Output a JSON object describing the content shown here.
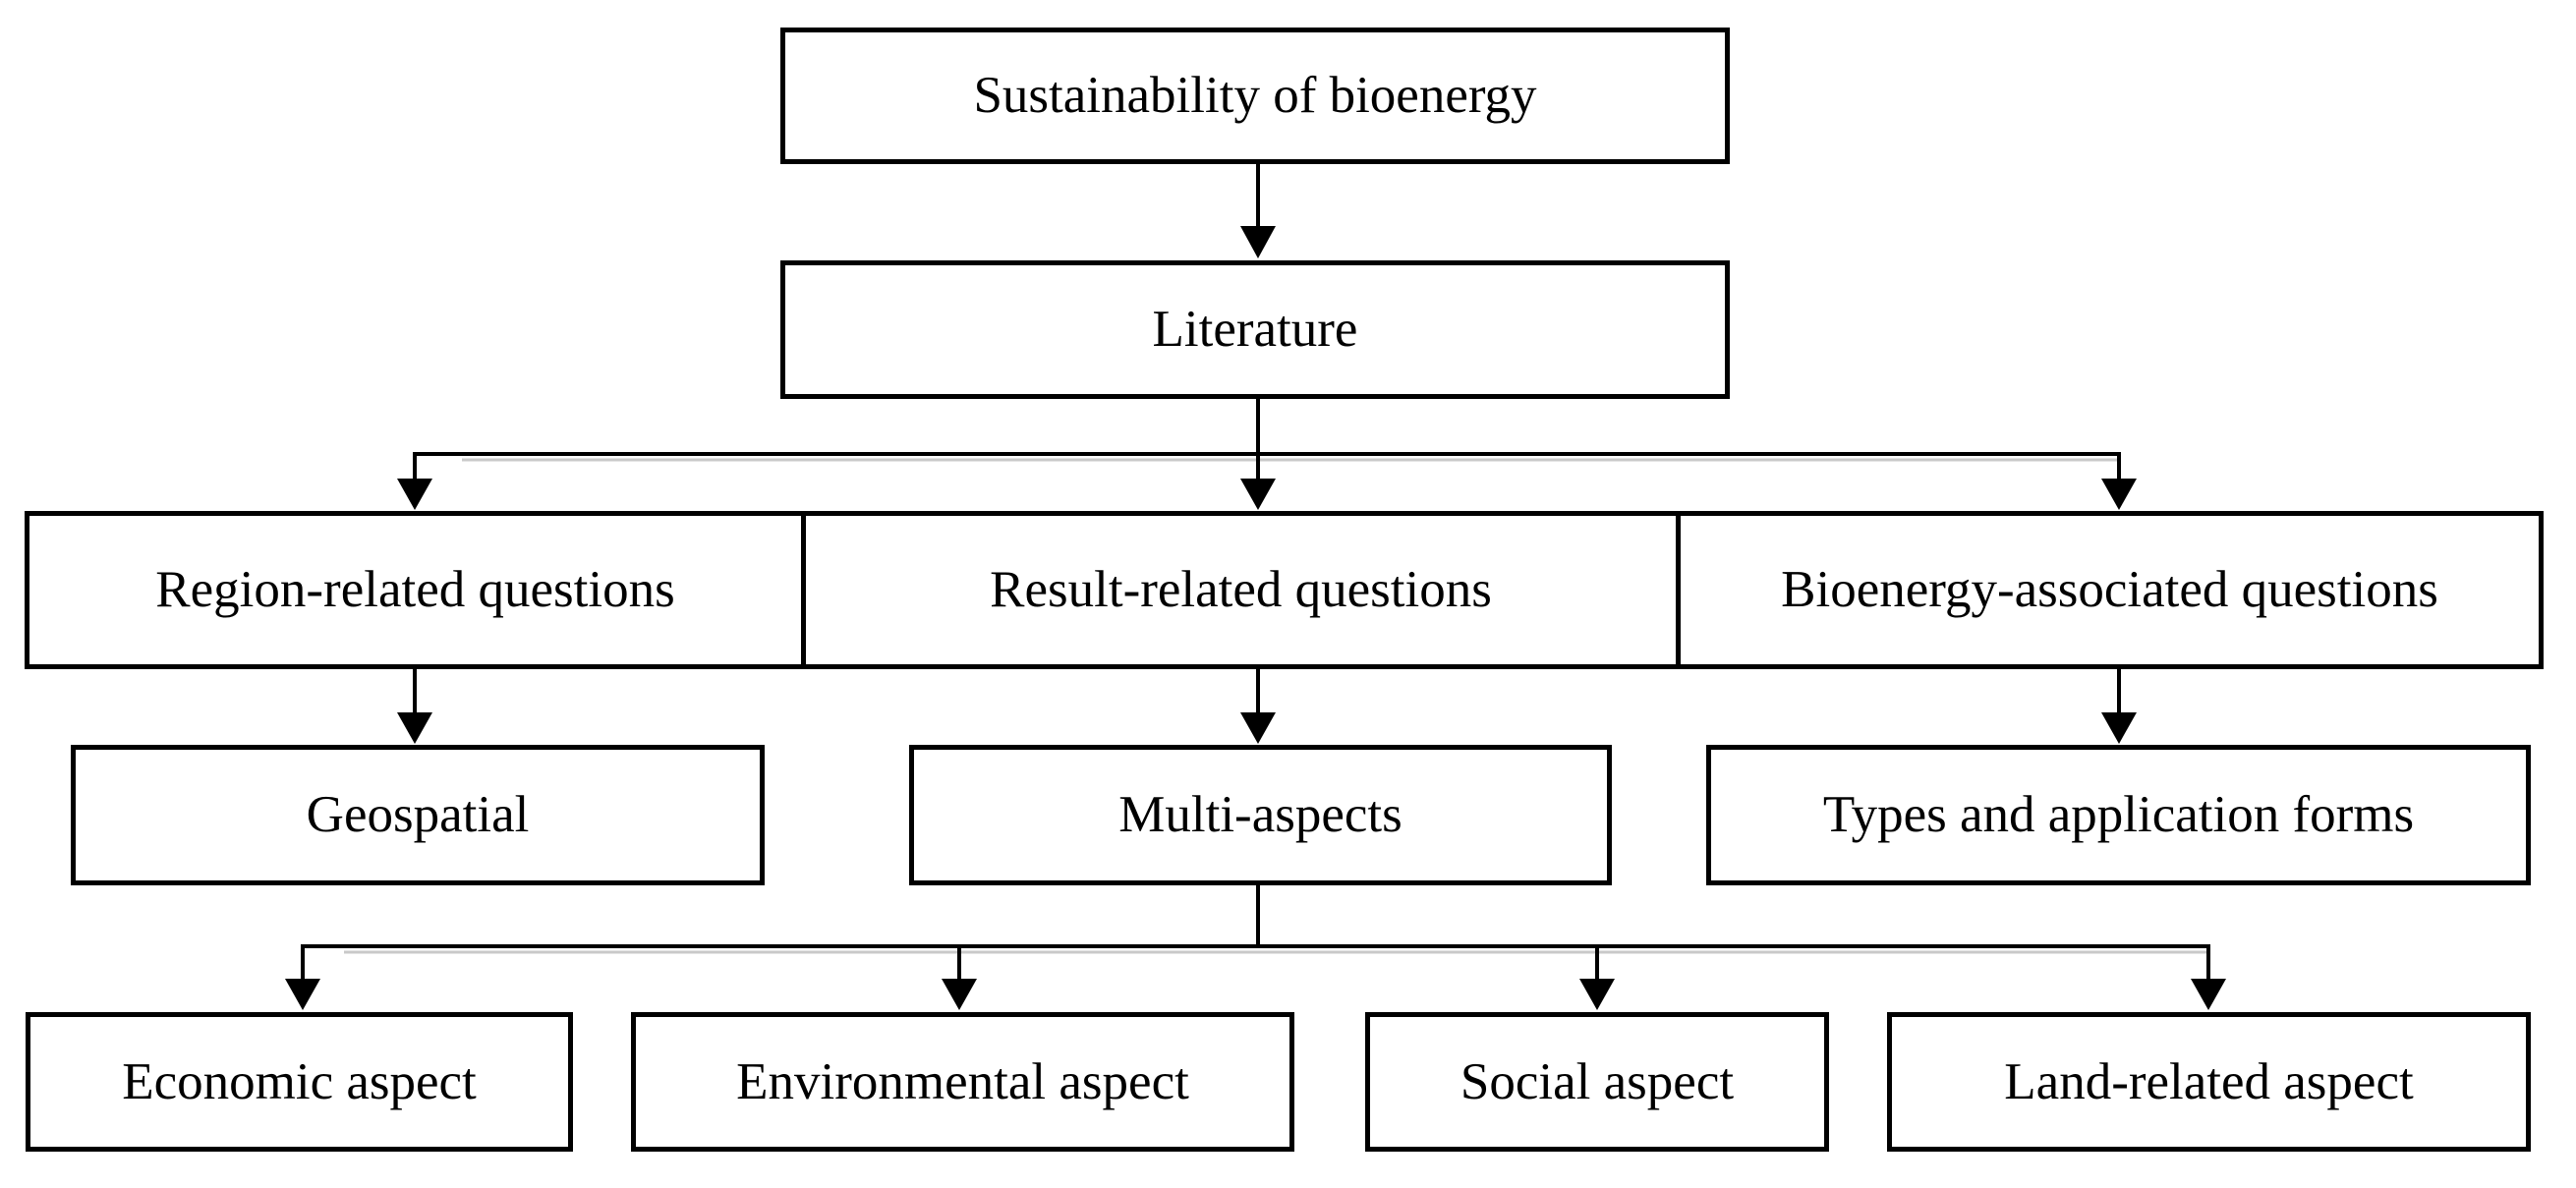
{
  "diagram": {
    "type": "flowchart",
    "direction": "top-down",
    "nodes": {
      "sustainability": {
        "label": "Sustainability of bioenergy"
      },
      "literature": {
        "label": "Literature"
      },
      "region": {
        "label": "Region-related questions"
      },
      "result": {
        "label": "Result-related questions"
      },
      "bioenergy": {
        "label": "Bioenergy-associated questions"
      },
      "geospatial": {
        "label": "Geospatial"
      },
      "multi": {
        "label": "Multi-aspects"
      },
      "types": {
        "label": "Types and application forms"
      },
      "economic": {
        "label": "Economic aspect"
      },
      "environmental": {
        "label": "Environmental aspect"
      },
      "social": {
        "label": "Social aspect"
      },
      "land": {
        "label": "Land-related aspect"
      }
    },
    "edges": [
      {
        "from": "sustainability",
        "to": "literature"
      },
      {
        "from": "literature",
        "to": "region"
      },
      {
        "from": "literature",
        "to": "result"
      },
      {
        "from": "literature",
        "to": "bioenergy"
      },
      {
        "from": "region",
        "to": "geospatial"
      },
      {
        "from": "result",
        "to": "multi"
      },
      {
        "from": "bioenergy",
        "to": "types"
      },
      {
        "from": "multi",
        "to": "economic"
      },
      {
        "from": "multi",
        "to": "environmental"
      },
      {
        "from": "multi",
        "to": "social"
      },
      {
        "from": "multi",
        "to": "land"
      }
    ],
    "colors": {
      "background": "#ffffff",
      "box_fill": "#ffffff",
      "box_border": "#000000",
      "text": "#000000",
      "connector": "#000000"
    }
  }
}
